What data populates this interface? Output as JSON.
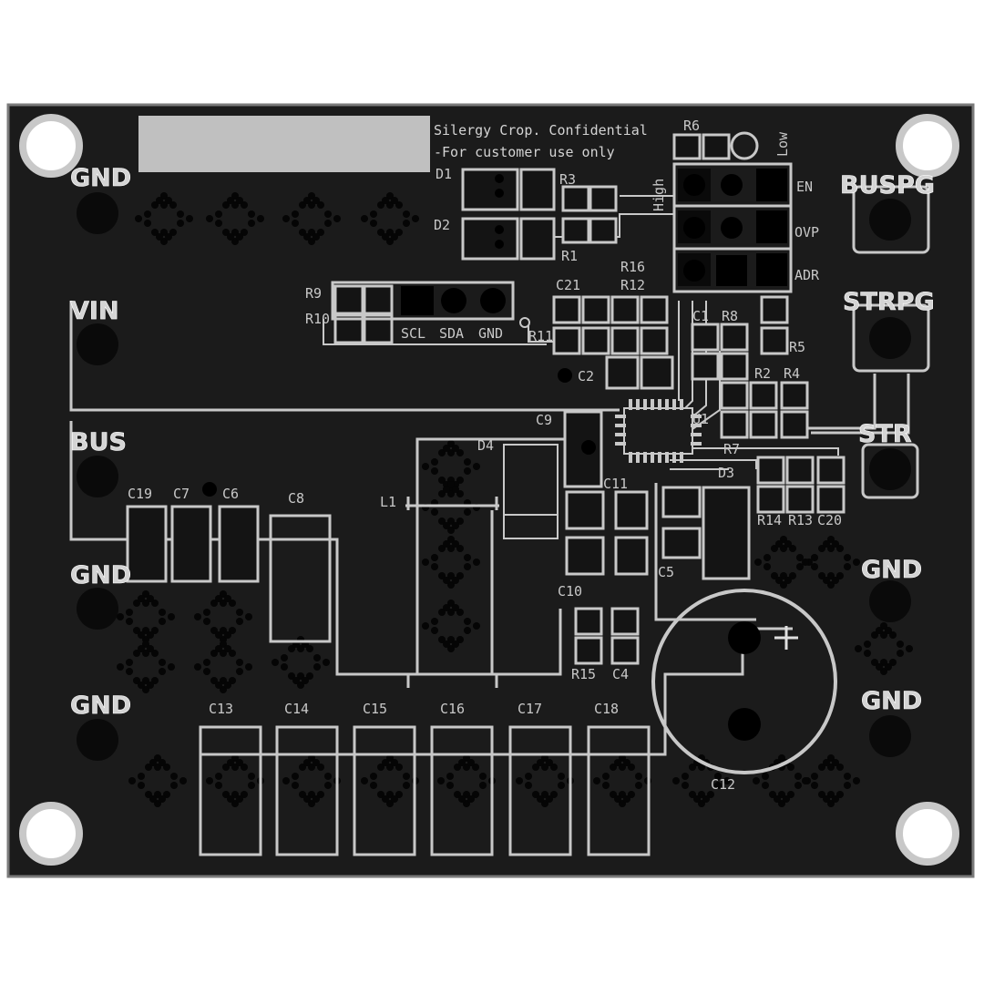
{
  "confidential": {
    "line1": "Silergy Crop. Confidential",
    "line2": "-For customer use only"
  },
  "test_points": {
    "gnd_tl": "GND",
    "vin": "VIN",
    "bus": "BUS",
    "gnd_ml": "GND",
    "gnd_bl": "GND",
    "buspg": "BUSPG",
    "strpg": "STRPG",
    "str": "STR",
    "gnd_mr": "GND",
    "gnd_br": "GND"
  },
  "jumper": {
    "high": "High",
    "low": "Low",
    "en": "EN",
    "ovp": "OVP",
    "adr": "ADR"
  },
  "i2c": {
    "scl": "SCL",
    "sda": "SDA",
    "gnd": "GND"
  },
  "refdes": {
    "r6": "R6",
    "d1": "D1",
    "d2": "D2",
    "r3": "R3",
    "r1": "R1",
    "r9": "R9",
    "r10": "R10",
    "r11": "R11",
    "r16": "R16",
    "r12": "R12",
    "c21": "C21",
    "c1": "C1",
    "r8": "R8",
    "r5": "R5",
    "c2": "C2",
    "r2": "R2",
    "r4": "R4",
    "c9": "C9",
    "u1": "U1",
    "r7": "R7",
    "d4": "D4",
    "d3": "D3",
    "c11": "C11",
    "l1": "L1",
    "c19": "C19",
    "c7": "C7",
    "c6": "C6",
    "c8": "C8",
    "r14": "R14",
    "r13": "R13",
    "c20": "C20",
    "c5": "C5",
    "c10": "C10",
    "r15": "R15",
    "c4": "C4",
    "c13": "C13",
    "c14": "C14",
    "c15": "C15",
    "c16": "C16",
    "c17": "C17",
    "c18": "C18",
    "c12": "C12"
  },
  "colors": {
    "board": "#1b1b1b",
    "silkscreen": "#c8c8c8",
    "pad_fill": "#0b0b0b",
    "label_box": "#c0c0c0",
    "background": "#ffffff"
  }
}
